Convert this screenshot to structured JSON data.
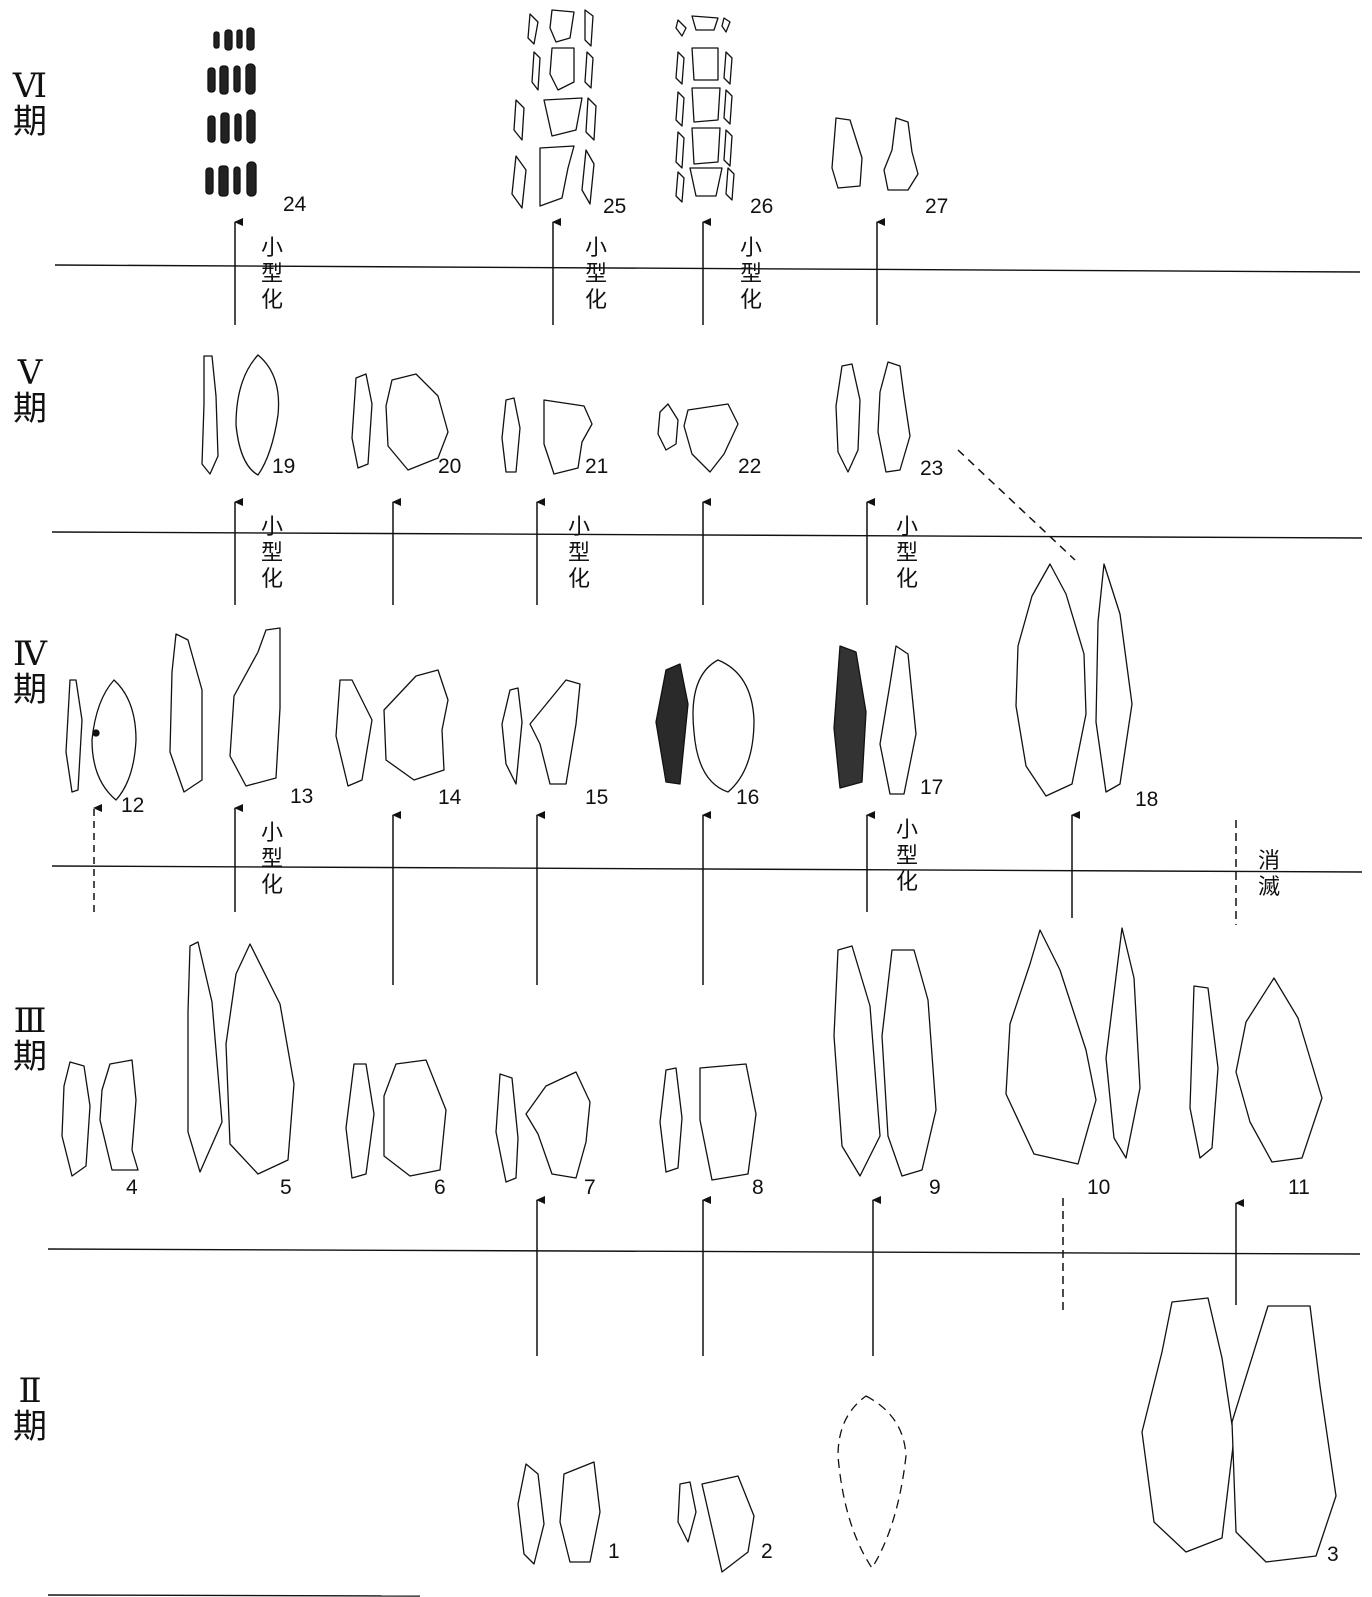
{
  "periods": {
    "p6": {
      "numeral": "Ⅵ",
      "ki": "期"
    },
    "p5": {
      "numeral": "Ⅴ",
      "ki": "期"
    },
    "p4": {
      "numeral": "Ⅳ",
      "ki": "期"
    },
    "p3": {
      "numeral": "Ⅲ",
      "ki": "期"
    },
    "p2": {
      "numeral": "Ⅱ",
      "ki": "期"
    }
  },
  "notes": {
    "miniaturization": [
      "小",
      "型",
      "化"
    ],
    "extinction": [
      "消",
      "滅"
    ]
  },
  "artifact_numbers": [
    "1",
    "2",
    "3",
    "4",
    "5",
    "6",
    "7",
    "8",
    "9",
    "10",
    "11",
    "12",
    "13",
    "14",
    "15",
    "16",
    "17",
    "18",
    "19",
    "20",
    "21",
    "22",
    "23",
    "24",
    "25",
    "26",
    "27"
  ],
  "colors": {
    "ink": "#111111",
    "paper": "#ffffff"
  }
}
